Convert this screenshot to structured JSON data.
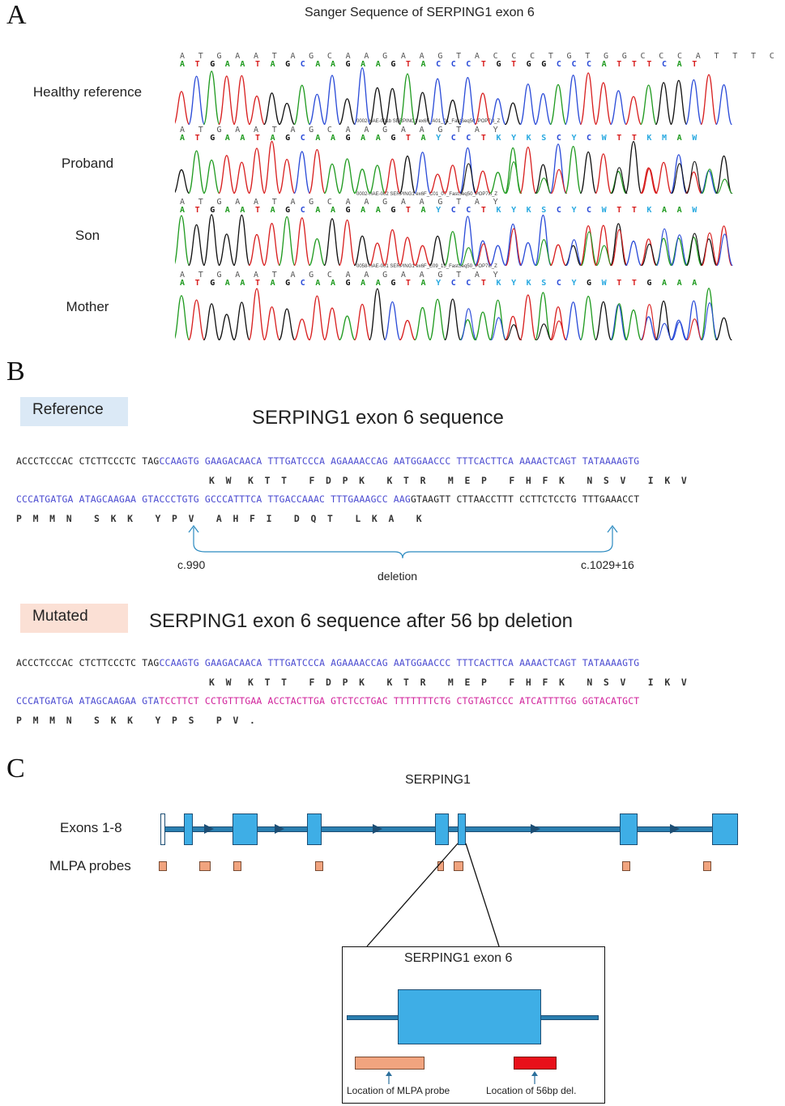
{
  "panelA": {
    "letter": "A",
    "title": "Sanger Sequence of SERPING1 exon 6",
    "tracks": [
      {
        "label": "Healthy reference",
        "file": "",
        "call_top": "A T G A A T A G C A A G A A G T A C C C T G T G G C C C A T T T C A T",
        "call": "A T G A A T A G C A A G A A G T A C C C T G T G G C C C A T T T C A T"
      },
      {
        "label": "Proband",
        "file": "0002-HAE-001b SERPING1 ex6F_A01_01_FastSeq50_POP7xl_Z",
        "call_top": "A T G A A T A G C A A G A A G T A Y",
        "call": "A T G A A T A G C A A G A A G T A Y C C T K Y K S C Y C W T T K M A W"
      },
      {
        "label": "Son",
        "file": "0002-HAE-002 SERPING1 ex6F_C01_07_FastSeq50_POP7xl_Z",
        "call_top": "A T G A A T A G C A A G A A G T A Y",
        "call": "A T G A A T A G C A A G A A G T A Y C C T K Y K S C Y C W T T K A A W"
      },
      {
        "label": "Mother",
        "file": "0058-HAE-001 SERPING1 ex6F_E09_15_FastSeq50_POP7xl_Z",
        "call_top": "A T G A A T A G C A A G A A G T A Y",
        "call": "A T G A A T A G C A A G A A G T A Y C C T K Y K S C Y G W T T G A A A"
      }
    ]
  },
  "panelB": {
    "letter": "B",
    "reference_tag": "Reference",
    "reference_title": "SERPING1 exon 6 sequence",
    "ref_line1_black": "ACCCTCCCAC CTCTTCCCTC TAG",
    "ref_line1_blue": "CCAAGTG GAAGACAACA TTTGATCCCA AGAAAACCAG AATGGAACCC TTTCACTTCA AAAACTCAGT TATAAAAGTG",
    "ref_aa1": "K  W   K  T  T    F  D  P  K    K  T  R    M  E  P    F  H  F  K    N  S  V    I  K  V",
    "ref_line2_blue": "CCCATGATGA ATAGCAAGAA GTACCCTGTG GCCCATTTCA TTGACCAAAC TTTGAAAGCC AAG",
    "ref_line2_black": "GTAAGTT CTTAACCTTT CCTTCTCCTG TTTGAAACCT",
    "ref_aa2": "P  M  M  N    S  K  K    Y  P  V    A  H  F  I    D  Q  T    L  K  A    K",
    "left_bound": "c.990",
    "right_bound": "c.1029+16",
    "deletion_label": "deletion",
    "mutated_tag": "Mutated",
    "mutated_title": "SERPING1 exon 6 sequence after 56 bp deletion",
    "mut_line1_black": "ACCCTCCCAC CTCTTCCCTC TAG",
    "mut_line1_blue": "CCAAGTG GAAGACAACA TTTGATCCCA AGAAAACCAG AATGGAACCC TTTCACTTCA AAAACTCAGT TATAAAAGTG",
    "mut_aa1": "K  W   K  T  T    F  D  P  K    K  T  R    M  E  P    F  H  F  K    N  S  V    I  K  V",
    "mut_line2_blue": "CCCATGATGA ATAGCAAGAA GTA",
    "mut_line2_pink": "TCCTTCT CCTGTTTGAA ACCTACTTGA GTCTCCTGAC TTTTTTTCTG CTGTAGTCCC ATCATTTTGG GGTACATGCT",
    "mut_aa2": "P  M  M  N    S  K  K    Y  P  S    P  V  ."
  },
  "panelC": {
    "letter": "C",
    "gene_title": "SERPING1",
    "exons_label": "Exons 1-8",
    "probes_label": "MLPA probes",
    "inset_title": "SERPING1 exon 6",
    "probe_location_label": "Location of MLPA probe",
    "deletion_location_label": "Location of 56bp del.",
    "colors": {
      "exon": "#3eaee6",
      "probe": "#f1a47f",
      "deletion": "#e8101a"
    }
  }
}
